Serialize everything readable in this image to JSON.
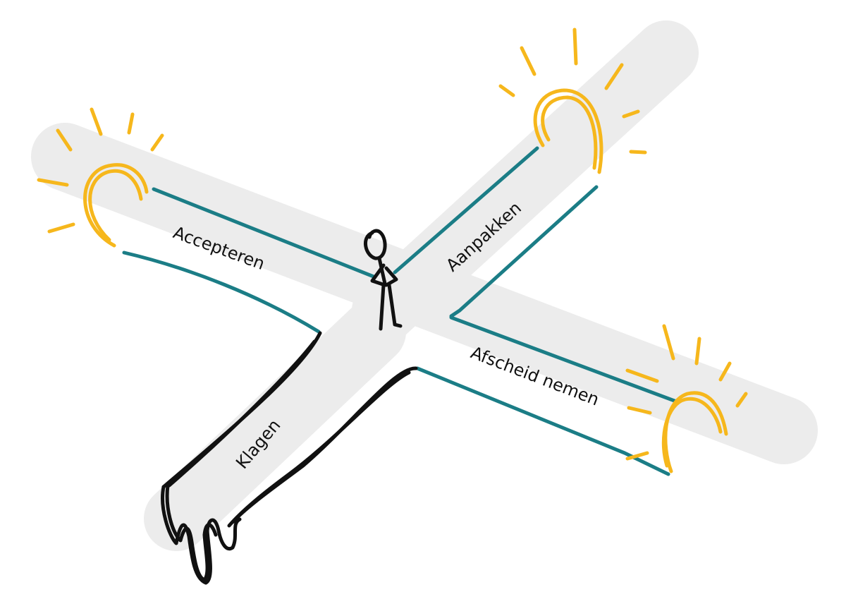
{
  "paths": {
    "accept": "Accepteren",
    "tackle": "Aanpakken",
    "farewell": "Afscheid nemen",
    "complain": "Klagen"
  },
  "colors": {
    "road": "#ececec",
    "edge": "#1b7d86",
    "glow": "#f6b71c",
    "ink": "#111111"
  }
}
